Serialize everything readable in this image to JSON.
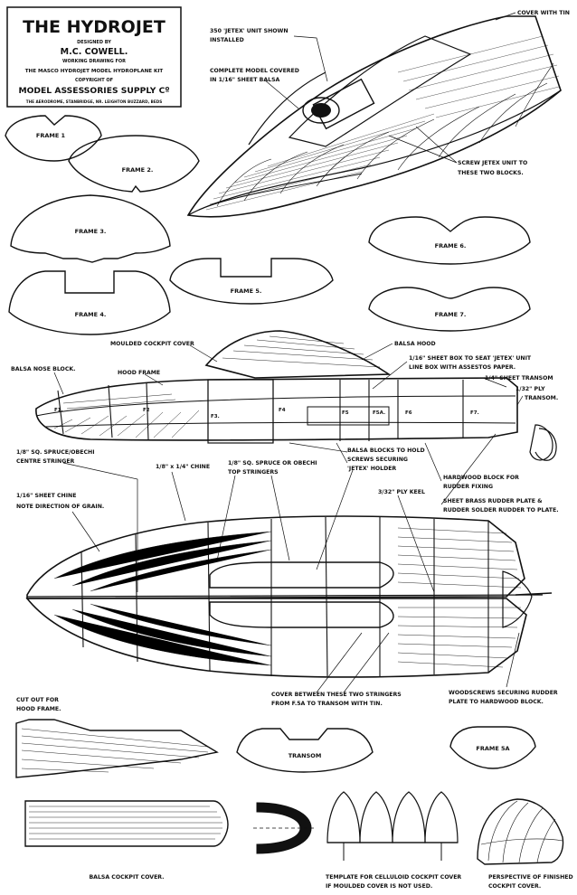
{
  "title_block": {
    "title": "THE HYDROJET",
    "designed_by": "DESIGNED BY",
    "designer": "M.C. COWELL.",
    "working_drawing": "WORKING DRAWING FOR",
    "kit_line": "THE MASCO HYDROJET MODEL HYDROPLANE KIT",
    "copyright": "COPYRIGHT OF",
    "company": "MODEL ASSESSORIES SUPPLY Cº",
    "address": "THE AERODROME, STANBRIDGE, NR. LEIGHTON BUZZARD, BEDS"
  },
  "perspective_labels": {
    "jetex_unit": "350 'JETEX' UNIT SHOWN",
    "jetex_unit_2": "INSTALLED",
    "covered_1": "COMPLETE MODEL COVERED",
    "covered_2": "IN 1/16\" SHEET BALSA",
    "cover_tin": "COVER WITH TIN",
    "screw_1": "SCREW JETEX UNIT TO",
    "screw_2": "THESE TWO BLOCKS."
  },
  "frames": {
    "f1": "FRAME 1",
    "f2": "FRAME 2.",
    "f3": "FRAME 3.",
    "f4": "FRAME 4.",
    "f5": "FRAME 5.",
    "f6": "FRAME 6.",
    "f7": "FRAME 7."
  },
  "side_view_labels": {
    "moulded_cover": "MOULDED COCKPIT COVER",
    "balsa_hood": "BALSA HOOD",
    "sheet_box_1": "1/16\" SHEET BOX TO SEAT 'JETEX' UNIT",
    "sheet_box_2": "LINE BOX WITH ASSESTOS PAPER.",
    "balsa_nose": "BALSA NOSE BLOCK.",
    "hood_frame": "HOOD FRAME",
    "sheet_transom": "1/4\" SHEET TRANSOM",
    "ply_transom_1": "1/32\" PLY",
    "ply_transom_2": "TRANSOM.",
    "st_f1": "F1.",
    "st_f2": "F2",
    "st_f3": "F3.",
    "st_f4": "F4",
    "st_f5": "F5",
    "st_f5a": "F5A.",
    "st_f6": "F6",
    "st_f7": "F7."
  },
  "plan_view_labels": {
    "spruce_1": "1/8\" SQ. SPRUCE/OBECHI",
    "spruce_2": "CENTRE STRINGER",
    "chine": "1/8\" x 1/4\" CHINE",
    "sq_spruce_1": "1/8\" SQ. SPRUCE OR OBECHI",
    "sq_spruce_2": "TOP STRINGERS",
    "balsa_blocks_1": "BALSA BLOCKS TO HOLD",
    "balsa_blocks_2": "SCREWS SECURING",
    "balsa_blocks_3": "'JETEX' HOLDER",
    "ply_keel": "3/32\" PLY KEEL",
    "hardwood_1": "HARDWOOD BLOCK FOR",
    "hardwood_2": "RUDDER FIXING",
    "brass_1": "SHEET BRASS RUDDER PLATE &",
    "brass_2": "RUDDER SOLDER RUDDER TO PLATE.",
    "sheet_chine_1": "1/16\" SHEET CHINE",
    "sheet_chine_2": "NOTE DIRECTION OF GRAIN.",
    "cover_1": "COVER BETWEEN THESE TWO STRINGERS",
    "cover_2": "FROM F.5A TO TRANSOM WITH TIN.",
    "woodscrews_1": "WOODSCREWS SECURING RUDDER",
    "woodscrews_2": "PLATE TO HARDWOOD BLOCK."
  },
  "parts": {
    "cut_out_1": "CUT OUT FOR",
    "cut_out_2": "HOOD FRAME.",
    "transom": "TRANSOM",
    "frame_5a": "FRAME 5A",
    "balsa_cockpit": "BALSA COCKPIT COVER.",
    "template_1": "TEMPLATE FOR CELLULOID COCKPIT COVER",
    "template_2": "IF MOULDED COVER IS NOT USED.",
    "perspective_1": "PERSPECTIVE OF FINISHED",
    "perspective_2": "COCKPIT COVER."
  }
}
